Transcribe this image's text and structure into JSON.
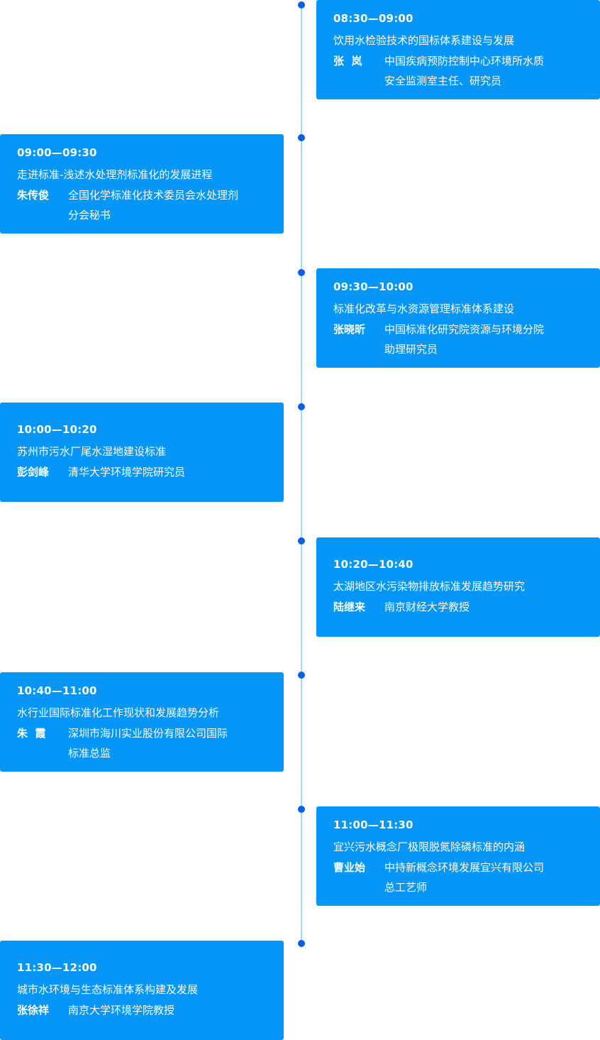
{
  "sessions": [
    {
      "time": "08:30—09:00",
      "title": "饮用水检验技术的国标体系建设与发展",
      "name": "张  岚",
      "role": "中国疾病预防控制中心环境所水质\n安全监测室主任、研究员"
    },
    {
      "time": "09:00—09:30",
      "title": "走进标准-浅述水处理剂标准化的发展进程",
      "name": "朱传俊",
      "role": "全国化学标准化技术委员会水处理剂\n分会秘书"
    },
    {
      "time": "09:30—10:00",
      "title": "标准化改革与水资源管理标准体系建设",
      "name": "张晓昕",
      "role": "中国标准化研究院资源与环境分院\n助理研究员"
    },
    {
      "time": "10:00—10:20",
      "title": "苏州市污水厂尾水湿地建设标准",
      "name": "彭剑峰",
      "role": "清华大学环境学院研究员"
    },
    {
      "time": "10:20—10:40",
      "title": "太湖地区水污染物排放标准发展趋势研究",
      "name": "陆继来",
      "role": "南京财经大学教授"
    },
    {
      "time": "10:40—11:00",
      "title": "水行业国际标准化工作现状和发展趋势分析",
      "name": "朱  霞",
      "role": "深圳市海川实业股份有限公司国际\n标准总监"
    },
    {
      "time": "11:00—11:30",
      "title": "宜兴污水概念厂极限脱氮除磷标准的内涵",
      "name": "曹业始",
      "role": "中持新概念环境发展宜兴有限公司\n总工艺师"
    },
    {
      "time": "11:30—12:00",
      "title": "城市水环境与生态标准体系构建及发展",
      "name": "张徐祥",
      "role": "南京大学环境学院教授"
    }
  ]
}
